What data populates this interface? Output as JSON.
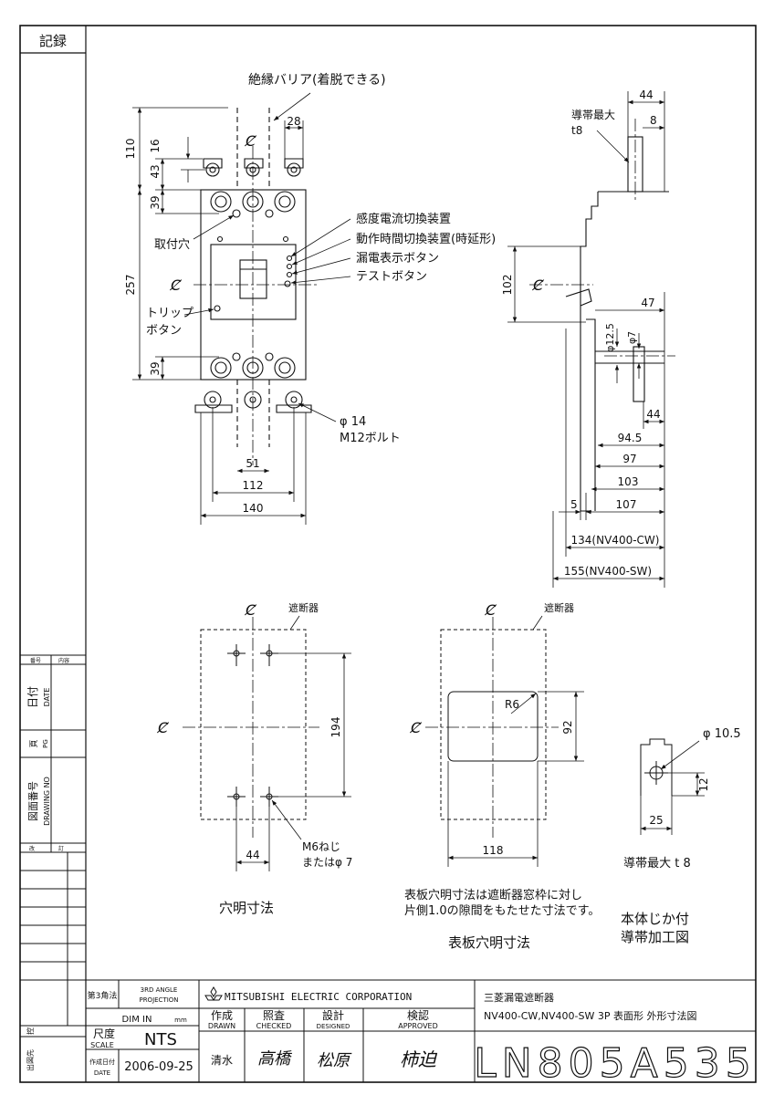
{
  "record_label": "記録",
  "revision_headers": [
    "番号",
    "内容"
  ],
  "date_label": "日付",
  "date_label_en": "DATE",
  "page_label": "頁",
  "page_label_en": "PG",
  "drawing_no_label": "図面番号",
  "drawing_no_label_en": "DRAWING NO",
  "revision_marks": [
    "改",
    "訂"
  ],
  "left_bottom_labels": [
    "控",
    "出図先"
  ],
  "front_view": {
    "insulation_barrier": "絶縁バリア(着脱できる)",
    "mounting_hole": "取付穴",
    "trip_button": [
      "トリップ",
      "ボタン"
    ],
    "sensitivity_switch": "感度電流切換装置",
    "time_switch": "動作時間切換装置(時延形)",
    "leak_indicator": "漏電表示ボタン",
    "test_button": "テストボタン",
    "bolt": [
      "φ 14",
      "M12ボルト"
    ],
    "dims": {
      "d110": "110",
      "d16": "16",
      "d28": "28",
      "d43": "43",
      "d39a": "39",
      "d257": "257",
      "d39b": "39",
      "d51": "51",
      "d112": "112",
      "d140": "140"
    },
    "centerline": "Ȼ"
  },
  "side_view": {
    "conductor_max": "導帯最大",
    "t8": "t8",
    "dims": {
      "d44a": "44",
      "d8": "8",
      "d102": "102",
      "d47": "47",
      "phi125": "φ12.5",
      "phi7": "φ7",
      "d44b": "44",
      "d945": "94.5",
      "d97": "97",
      "d103": "103",
      "d5": "5",
      "d107": "107",
      "d134": "134(NV400-CW)",
      "d155": "155(NV400-SW)"
    }
  },
  "hole_view": {
    "breaker": "遮断器",
    "d194": "194",
    "d44": "44",
    "screw": [
      "M6ねじ",
      "またはφ 7"
    ],
    "caption": "穴明寸法"
  },
  "panel_view": {
    "breaker": "遮断器",
    "r6": "R6",
    "d92": "92",
    "d118": "118",
    "note": [
      "表板穴明寸法は遮断器窓枠に対し",
      "片側1.0の隙間をもたせた寸法です。"
    ],
    "caption": "表板穴明寸法"
  },
  "conductor_view": {
    "phi105": "φ 10.5",
    "d12": "12",
    "d25": "25",
    "caption": "導帯最大 t 8"
  },
  "processing_note": [
    "本体じか付",
    "導帯加工図"
  ],
  "title_block": {
    "projection_jp": "第3角法",
    "projection_en": [
      "3RD ANGLE",
      "PROJECTION"
    ],
    "company": "MITSUBISHI ELECTRIC CORPORATION",
    "dim_in": "DIM IN",
    "dim_unit": "mm",
    "drawn_jp": "作成",
    "drawn_en": "DRAWN",
    "checked_jp": "照査",
    "checked_en": "CHECKED",
    "designed_jp": "設計",
    "designed_en": "DESIGNED",
    "approved_jp": "検認",
    "approved_en": "APPROVED",
    "scale_jp": "尺度",
    "scale_en": "SCALE",
    "scale_value": "NTS",
    "date_jp": "作成日付",
    "date_en": "DATE",
    "date_value": "2006-09-25",
    "drawn_by": "清水",
    "checked_by": "高橋",
    "designed_by": "松原",
    "approved_by": "柿迫",
    "title_line1": "三菱漏電遮断器",
    "title_line2": "NV400-CW,NV400-SW  3P  表面形  外形寸法図",
    "drawing_number": "LN805A535"
  }
}
